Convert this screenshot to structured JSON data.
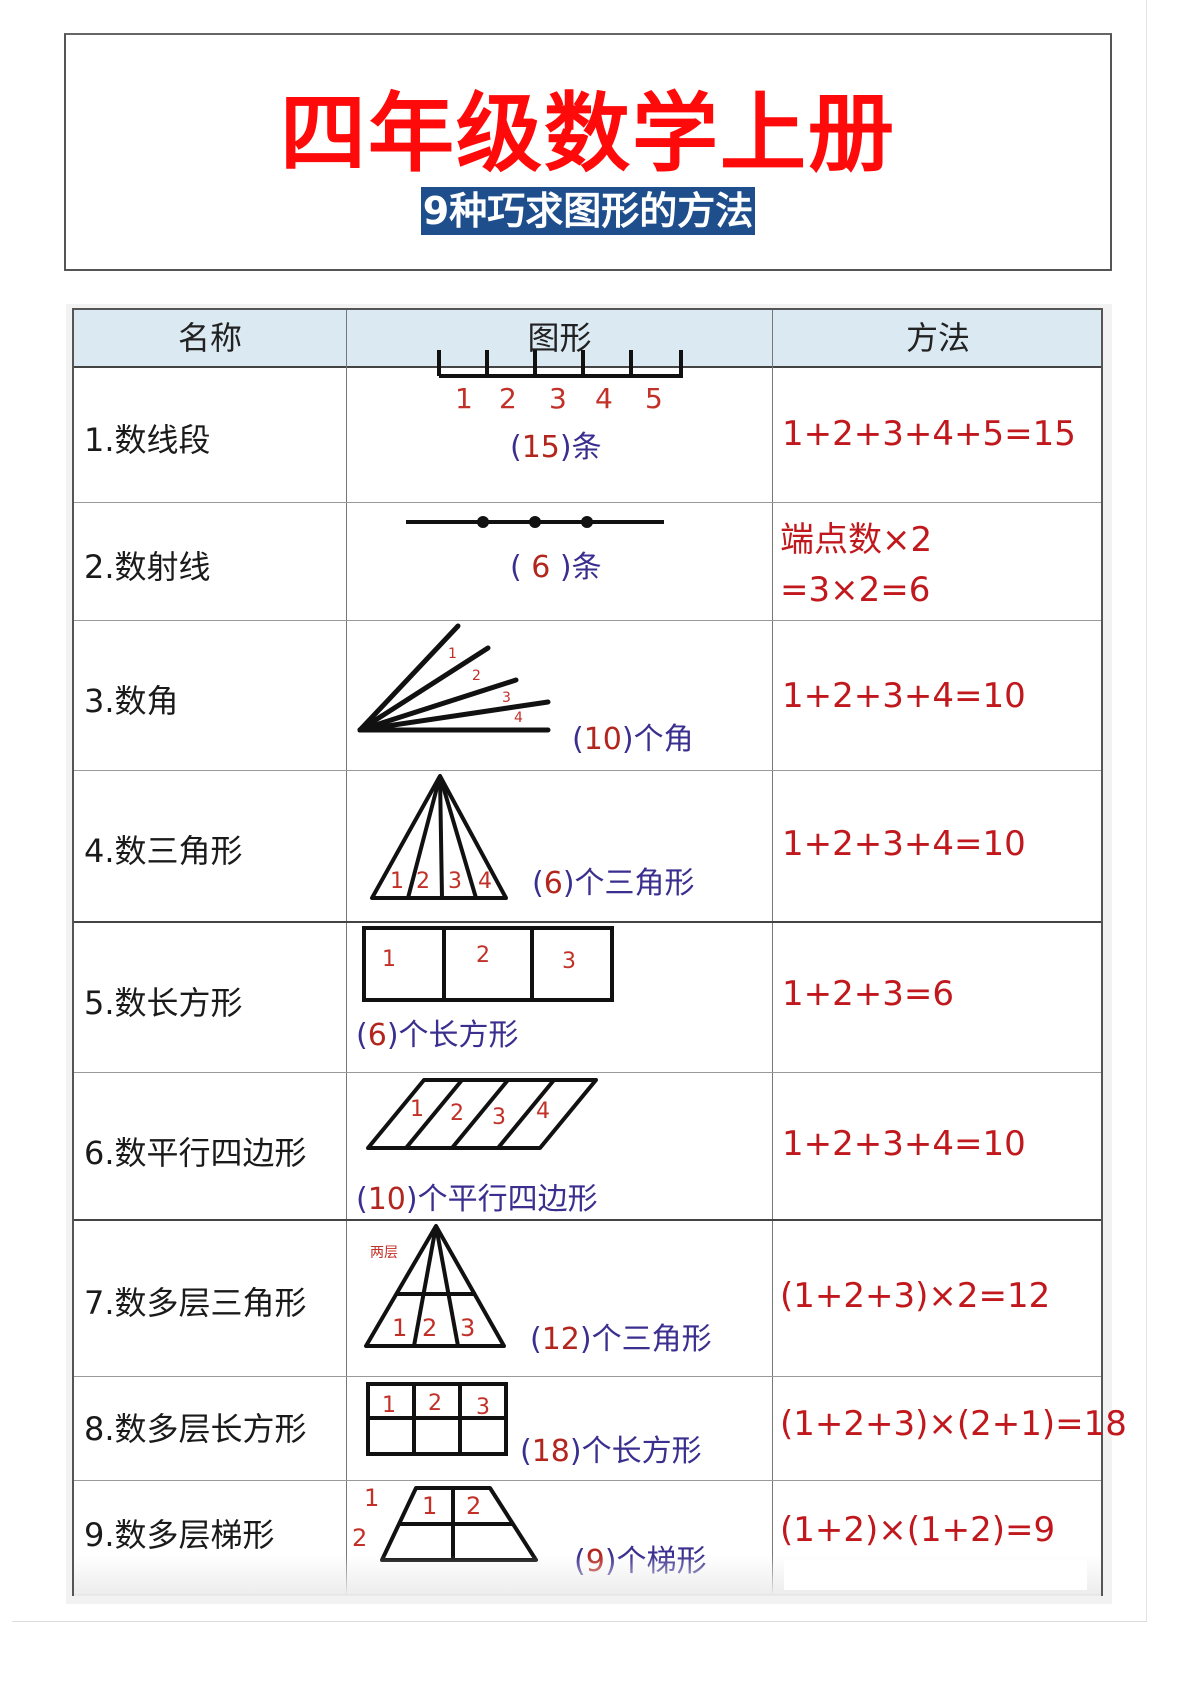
{
  "header": {
    "title": "四年级数学上册",
    "subtitle": "9种巧求图形的方法"
  },
  "table": {
    "columns": [
      "名称",
      "图形",
      "方法"
    ],
    "rows": [
      {
        "name": "1.数线段",
        "figure": {
          "type": "line-segments",
          "labels": [
            "1",
            "2",
            "3",
            "4",
            "5"
          ]
        },
        "answer": {
          "open": "(",
          "count": "15",
          "close": ")",
          "unit": "条"
        },
        "method": [
          "1+2+3+4+5=15"
        ]
      },
      {
        "name": "2.数射线",
        "figure": {
          "type": "rays",
          "points": 3
        },
        "answer": {
          "open": "( ",
          "count": "6",
          "close": " )",
          "unit": "条"
        },
        "method": [
          "端点数×2",
          "=3×2=6"
        ]
      },
      {
        "name": "3.数角",
        "figure": {
          "type": "angles",
          "labels": [
            "1",
            "2",
            "3",
            "4"
          ]
        },
        "answer": {
          "open": "(",
          "count": "10",
          "close": ")",
          "unit": "个角"
        },
        "method": [
          "1+2+3+4=10"
        ]
      },
      {
        "name": "4.数三角形",
        "figure": {
          "type": "triangles",
          "labels": [
            "1",
            "2",
            "3",
            "4"
          ]
        },
        "answer": {
          "open": "(",
          "count": "6",
          "close": ")",
          "unit": "个三角形"
        },
        "method": [
          "1+2+3+4=10"
        ]
      },
      {
        "name": "5.数长方形",
        "figure": {
          "type": "rectangles",
          "labels": [
            "1",
            "2",
            "3"
          ]
        },
        "answer": {
          "open": "(",
          "count": "6",
          "close": ")",
          "unit": "个长方形"
        },
        "method": [
          "1+2+3=6"
        ]
      },
      {
        "name": "6.数平行四边形",
        "figure": {
          "type": "parallelograms",
          "labels": [
            "1",
            "2",
            "3",
            "4"
          ]
        },
        "answer": {
          "open": "(",
          "count": "10",
          "close": ")",
          "unit": "个平行四边形"
        },
        "method": [
          "1+2+3+4=10"
        ]
      },
      {
        "name": "7.数多层三角形",
        "figure": {
          "type": "layered-triangles",
          "note": "两层",
          "labels": [
            "1",
            "2",
            "3"
          ]
        },
        "answer": {
          "open": "(",
          "count": "12",
          "close": ")",
          "unit": "个三角形"
        },
        "method": [
          "(1+2+3)×2=12"
        ]
      },
      {
        "name": "8.数多层长方形",
        "figure": {
          "type": "layered-rectangles",
          "labels": [
            "1",
            "2",
            "3"
          ]
        },
        "answer": {
          "open": "(",
          "count": "18",
          "close": ")",
          "unit": "个长方形"
        },
        "method": [
          "(1+2+3)×(2+1)=18"
        ]
      },
      {
        "name": "9.数多层梯形",
        "figure": {
          "type": "layered-trapezoids",
          "side_labels": [
            "1",
            "2"
          ],
          "labels": [
            "1",
            "2"
          ]
        },
        "answer": {
          "open": "(",
          "count": "9",
          "close": ")",
          "unit": "个梯形"
        },
        "method": [
          "(1+2)×(1+2)=9"
        ]
      }
    ]
  },
  "colors": {
    "title_red": "#ff0a0a",
    "subtitle_bg": "#1f4e8c",
    "header_bg": "#dbeaf2",
    "method_red": "#c0181c",
    "answer_blue": "#3a2f8f"
  }
}
